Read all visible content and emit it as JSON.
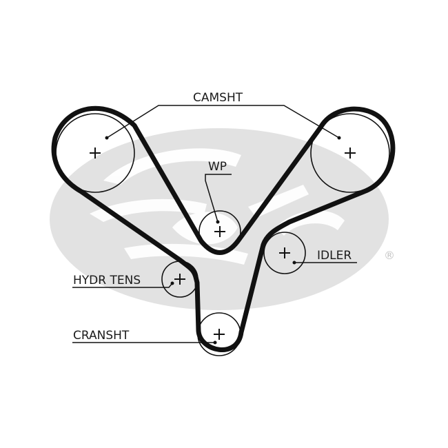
{
  "diagram": {
    "labels": {
      "camshaft": "CAMSHT",
      "water_pump": "WP",
      "idler": "IDLER",
      "hydraulic_tensioner": "HYDR TENS",
      "crankshaft": "CRANSHT"
    },
    "watermark": {
      "mark": "®",
      "color": "#e2e2e2"
    },
    "colors": {
      "belt": "#111111",
      "text": "#1a1a1a"
    }
  }
}
